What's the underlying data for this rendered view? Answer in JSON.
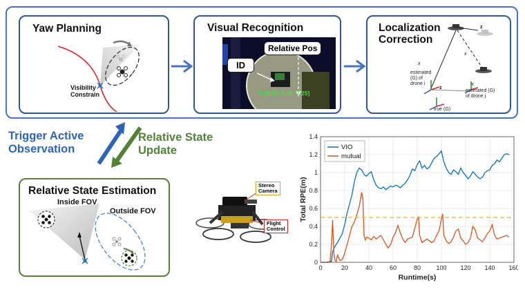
{
  "panels": {
    "yaw_planning": {
      "title": "Yaw Planning",
      "label": "Visibility\nConstrain"
    },
    "visual_recognition": {
      "title": "Visual Recognition",
      "id_label": "ID",
      "relpos_label": "Relative Pos",
      "readout": "[0.03, 0.01, 2.25]",
      "readout_prefix": "T:"
    },
    "localization_correction": {
      "title_line1": "Localization",
      "title_line2": "Correction",
      "labels": {
        "est_drone_i": "estimated\n(G) of\ndrone i",
        "est_drone_j": "estimated (G)\nof drone j",
        "true_g": "true (G)"
      }
    },
    "relative_state_estimation": {
      "title": "Relative State Estimation",
      "inside_fov": "Inside FOV",
      "outside_fov": "Outside FOV"
    }
  },
  "arrows": {
    "trigger": {
      "line1": "Trigger Active",
      "line2": "Observation"
    },
    "update": {
      "line1": "Relative State",
      "line2": "Update"
    }
  },
  "drone_labels": {
    "stereo_camera": "Stereo\nCamera",
    "flight_control": "Flight\nControl"
  },
  "colors": {
    "panel_border": "#2f5597",
    "blue_accent": "#2e64b8",
    "green_accent": "#538135",
    "vio": "#0072bd",
    "mutual": "#d95319",
    "threshold": "#edb120"
  },
  "chart_data": {
    "type": "line",
    "xlabel": "Runtime(s)",
    "ylabel": "Total RPE(m)",
    "xlim": [
      0,
      160
    ],
    "ylim": [
      0,
      1.4
    ],
    "xticks": [
      0,
      20,
      40,
      60,
      80,
      100,
      120,
      140,
      160
    ],
    "yticks": [
      0,
      0.2,
      0.4,
      0.6,
      0.8,
      1,
      1.2,
      1.4
    ],
    "grid": true,
    "legend": "top-left",
    "threshold": 0.5,
    "series": [
      {
        "name": "VIO",
        "x": [
          0,
          5,
          9,
          10,
          12,
          14,
          16,
          18,
          20,
          22,
          24,
          26,
          28,
          30,
          32,
          34,
          36,
          38,
          40,
          42,
          44,
          46,
          48,
          50,
          52,
          54,
          56,
          58,
          60,
          62,
          64,
          66,
          68,
          70,
          72,
          74,
          76,
          78,
          80,
          82,
          84,
          86,
          88,
          90,
          92,
          94,
          96,
          98,
          100,
          102,
          104,
          106,
          108,
          110,
          112,
          114,
          116,
          118,
          120,
          122,
          124,
          126,
          128,
          130,
          132,
          134,
          136,
          138,
          140,
          142,
          144,
          146,
          148,
          150,
          152,
          154,
          156
        ],
        "y": [
          0,
          0,
          0.01,
          0.12,
          0.18,
          0.22,
          0.27,
          0.32,
          0.42,
          0.55,
          0.65,
          0.75,
          0.9,
          1.0,
          1.05,
          1.03,
          0.98,
          0.96,
          0.99,
          1.01,
          0.92,
          0.86,
          0.83,
          0.82,
          0.84,
          0.81,
          0.83,
          0.85,
          0.84,
          0.86,
          0.85,
          0.83,
          0.86,
          0.88,
          0.92,
          0.97,
          1.04,
          1.02,
          1.09,
          1.13,
          1.05,
          1.08,
          1.04,
          1.06,
          1.11,
          1.16,
          1.18,
          1.21,
          1.24,
          1.12,
          1.05,
          1.0,
          0.98,
          1.03,
          1.01,
          0.98,
          1.05,
          1.0,
          0.97,
          0.93,
          0.96,
          1.01,
          0.98,
          0.95,
          0.93,
          0.95,
          1.0,
          1.02,
          1.03,
          1.08,
          1.1,
          1.14,
          1.12,
          1.16,
          1.2,
          1.21,
          1.2
        ]
      },
      {
        "name": "mutual",
        "x": [
          0,
          5,
          8,
          9,
          10,
          11,
          12,
          13,
          14,
          16,
          18,
          20,
          22,
          24,
          26,
          28,
          30,
          32,
          33,
          34,
          35,
          36,
          37,
          38,
          40,
          42,
          44,
          46,
          48,
          50,
          52,
          54,
          56,
          58,
          60,
          62,
          64,
          66,
          68,
          70,
          72,
          74,
          76,
          78,
          80,
          81,
          82,
          84,
          86,
          88,
          90,
          92,
          94,
          96,
          98,
          100,
          101,
          102,
          104,
          106,
          108,
          110,
          112,
          114,
          116,
          118,
          120,
          122,
          124,
          126,
          128,
          130,
          132,
          134,
          136,
          138,
          140,
          142,
          144,
          146,
          148,
          150,
          152,
          154,
          156
        ],
        "y": [
          0,
          0,
          0.01,
          0.2,
          0.47,
          0.1,
          0.02,
          0.01,
          0.08,
          0.02,
          0.03,
          0.1,
          0.2,
          0.3,
          0.4,
          0.45,
          0.53,
          0.62,
          0.7,
          0.78,
          0.72,
          0.3,
          0.25,
          0.28,
          0.27,
          0.25,
          0.29,
          0.26,
          0.28,
          0.3,
          0.25,
          0.2,
          0.16,
          0.2,
          0.28,
          0.33,
          0.41,
          0.33,
          0.26,
          0.22,
          0.26,
          0.27,
          0.28,
          0.38,
          0.48,
          0.51,
          0.3,
          0.22,
          0.24,
          0.26,
          0.24,
          0.22,
          0.24,
          0.3,
          0.35,
          0.48,
          0.54,
          0.3,
          0.24,
          0.21,
          0.23,
          0.28,
          0.35,
          0.37,
          0.27,
          0.24,
          0.2,
          0.22,
          0.27,
          0.4,
          0.36,
          0.27,
          0.25,
          0.23,
          0.27,
          0.32,
          0.35,
          0.42,
          0.3,
          0.26,
          0.27,
          0.28,
          0.29,
          0.3,
          0.28
        ]
      }
    ]
  }
}
